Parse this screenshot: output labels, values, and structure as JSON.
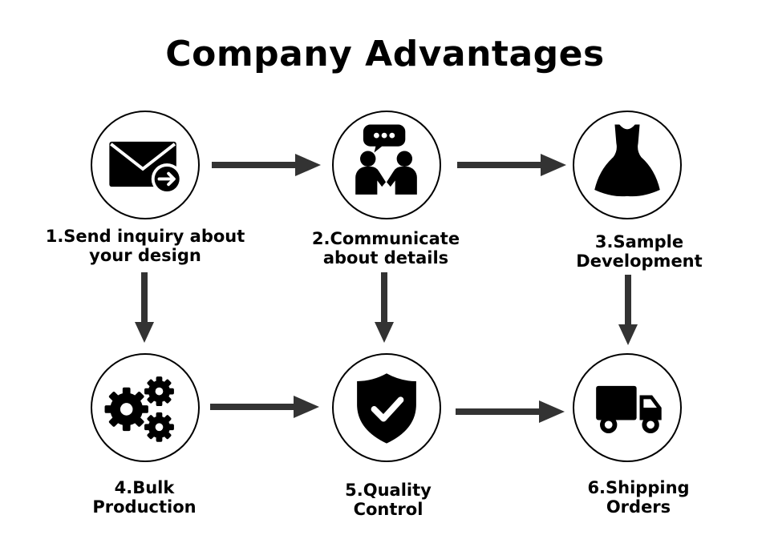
{
  "title": "Company Advantages",
  "steps": [
    {
      "line1": "1.Send inquiry about",
      "line2": "your design",
      "icon": "envelope-arrow-icon"
    },
    {
      "line1": "2.Communicate",
      "line2": "about details",
      "icon": "conversation-icon"
    },
    {
      "line1": "3.Sample",
      "line2": "Development",
      "icon": "dress-icon"
    },
    {
      "line1": "4.Bulk",
      "line2": "Production",
      "icon": "gears-icon"
    },
    {
      "line1": "5.Quality",
      "line2": "Control",
      "icon": "shield-check-icon"
    },
    {
      "line1": "6.Shipping",
      "line2": "Orders",
      "icon": "truck-icon"
    }
  ],
  "colors": {
    "ink": "#000000",
    "arrow": "#333333",
    "background": "#ffffff"
  }
}
